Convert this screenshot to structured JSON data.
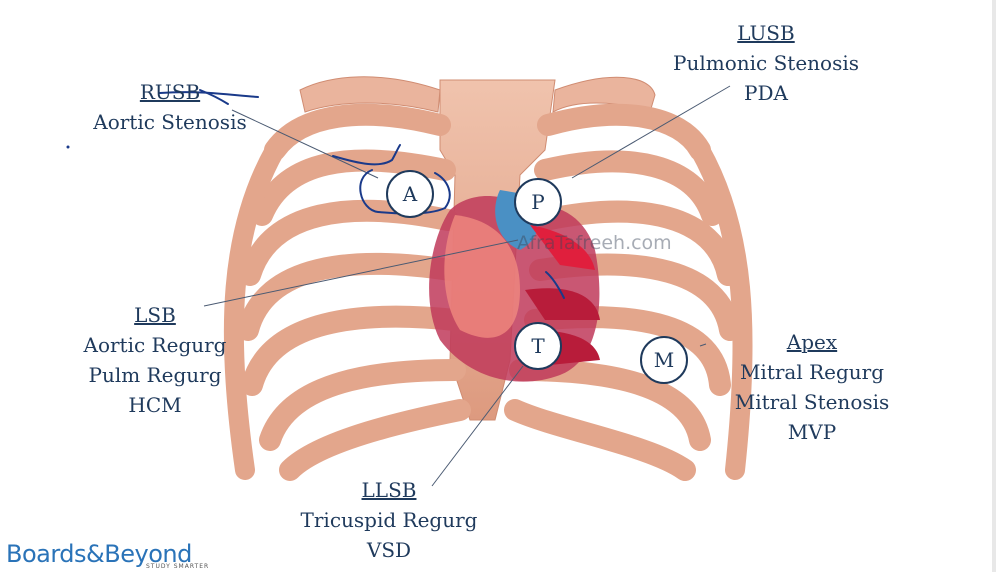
{
  "labels": {
    "rusb": {
      "title": "RUSB",
      "lines": [
        "Aortic Stenosis"
      ]
    },
    "lusb": {
      "title": "LUSB",
      "lines": [
        "Pulmonic Stenosis",
        "PDA"
      ]
    },
    "lsb": {
      "title": "LSB",
      "lines": [
        "Aortic Regurg",
        "Pulm Regurg",
        "HCM"
      ]
    },
    "apex": {
      "title": "Apex",
      "lines": [
        "Mitral Regurg",
        "Mitral Stenosis",
        "MVP"
      ]
    },
    "llsb": {
      "title": "LLSB",
      "lines": [
        "Tricuspid Regurg",
        "VSD"
      ]
    }
  },
  "markers": {
    "aortic": "A",
    "pulmonic": "P",
    "tricuspid": "T",
    "mitral": "M"
  },
  "watermark": "AfraTafreeh.com",
  "logo": {
    "text_a": "Boards",
    "amp": "&",
    "text_b": "Beyond",
    "sub": "STUDY SMARTER"
  },
  "colors": {
    "bone": "#e5a88f",
    "heart": "#c03a5a",
    "ink": "#1f3a5c",
    "pen": "#1a3a8a"
  }
}
